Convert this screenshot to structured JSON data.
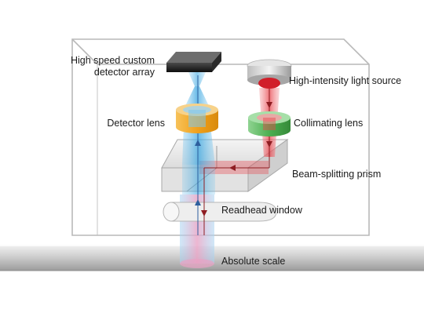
{
  "labels": {
    "detector_array_line1": "High speed custom",
    "detector_array_line2": "detector array",
    "light_source": "High-intensity light source",
    "detector_lens": "Detector lens",
    "collimating_lens": "Collimating lens",
    "prism": "Beam-splitting prism",
    "readhead_window": "Readhead window",
    "scale": "Absolute scale"
  },
  "colors": {
    "emitted_beam": "#e8434b",
    "reflected_beam": "#3aa6e0",
    "detector_lens_ring": "#f0a11c",
    "collimating_lens_ring": "#4caf50",
    "housing_edge": "#b9b9b9"
  }
}
